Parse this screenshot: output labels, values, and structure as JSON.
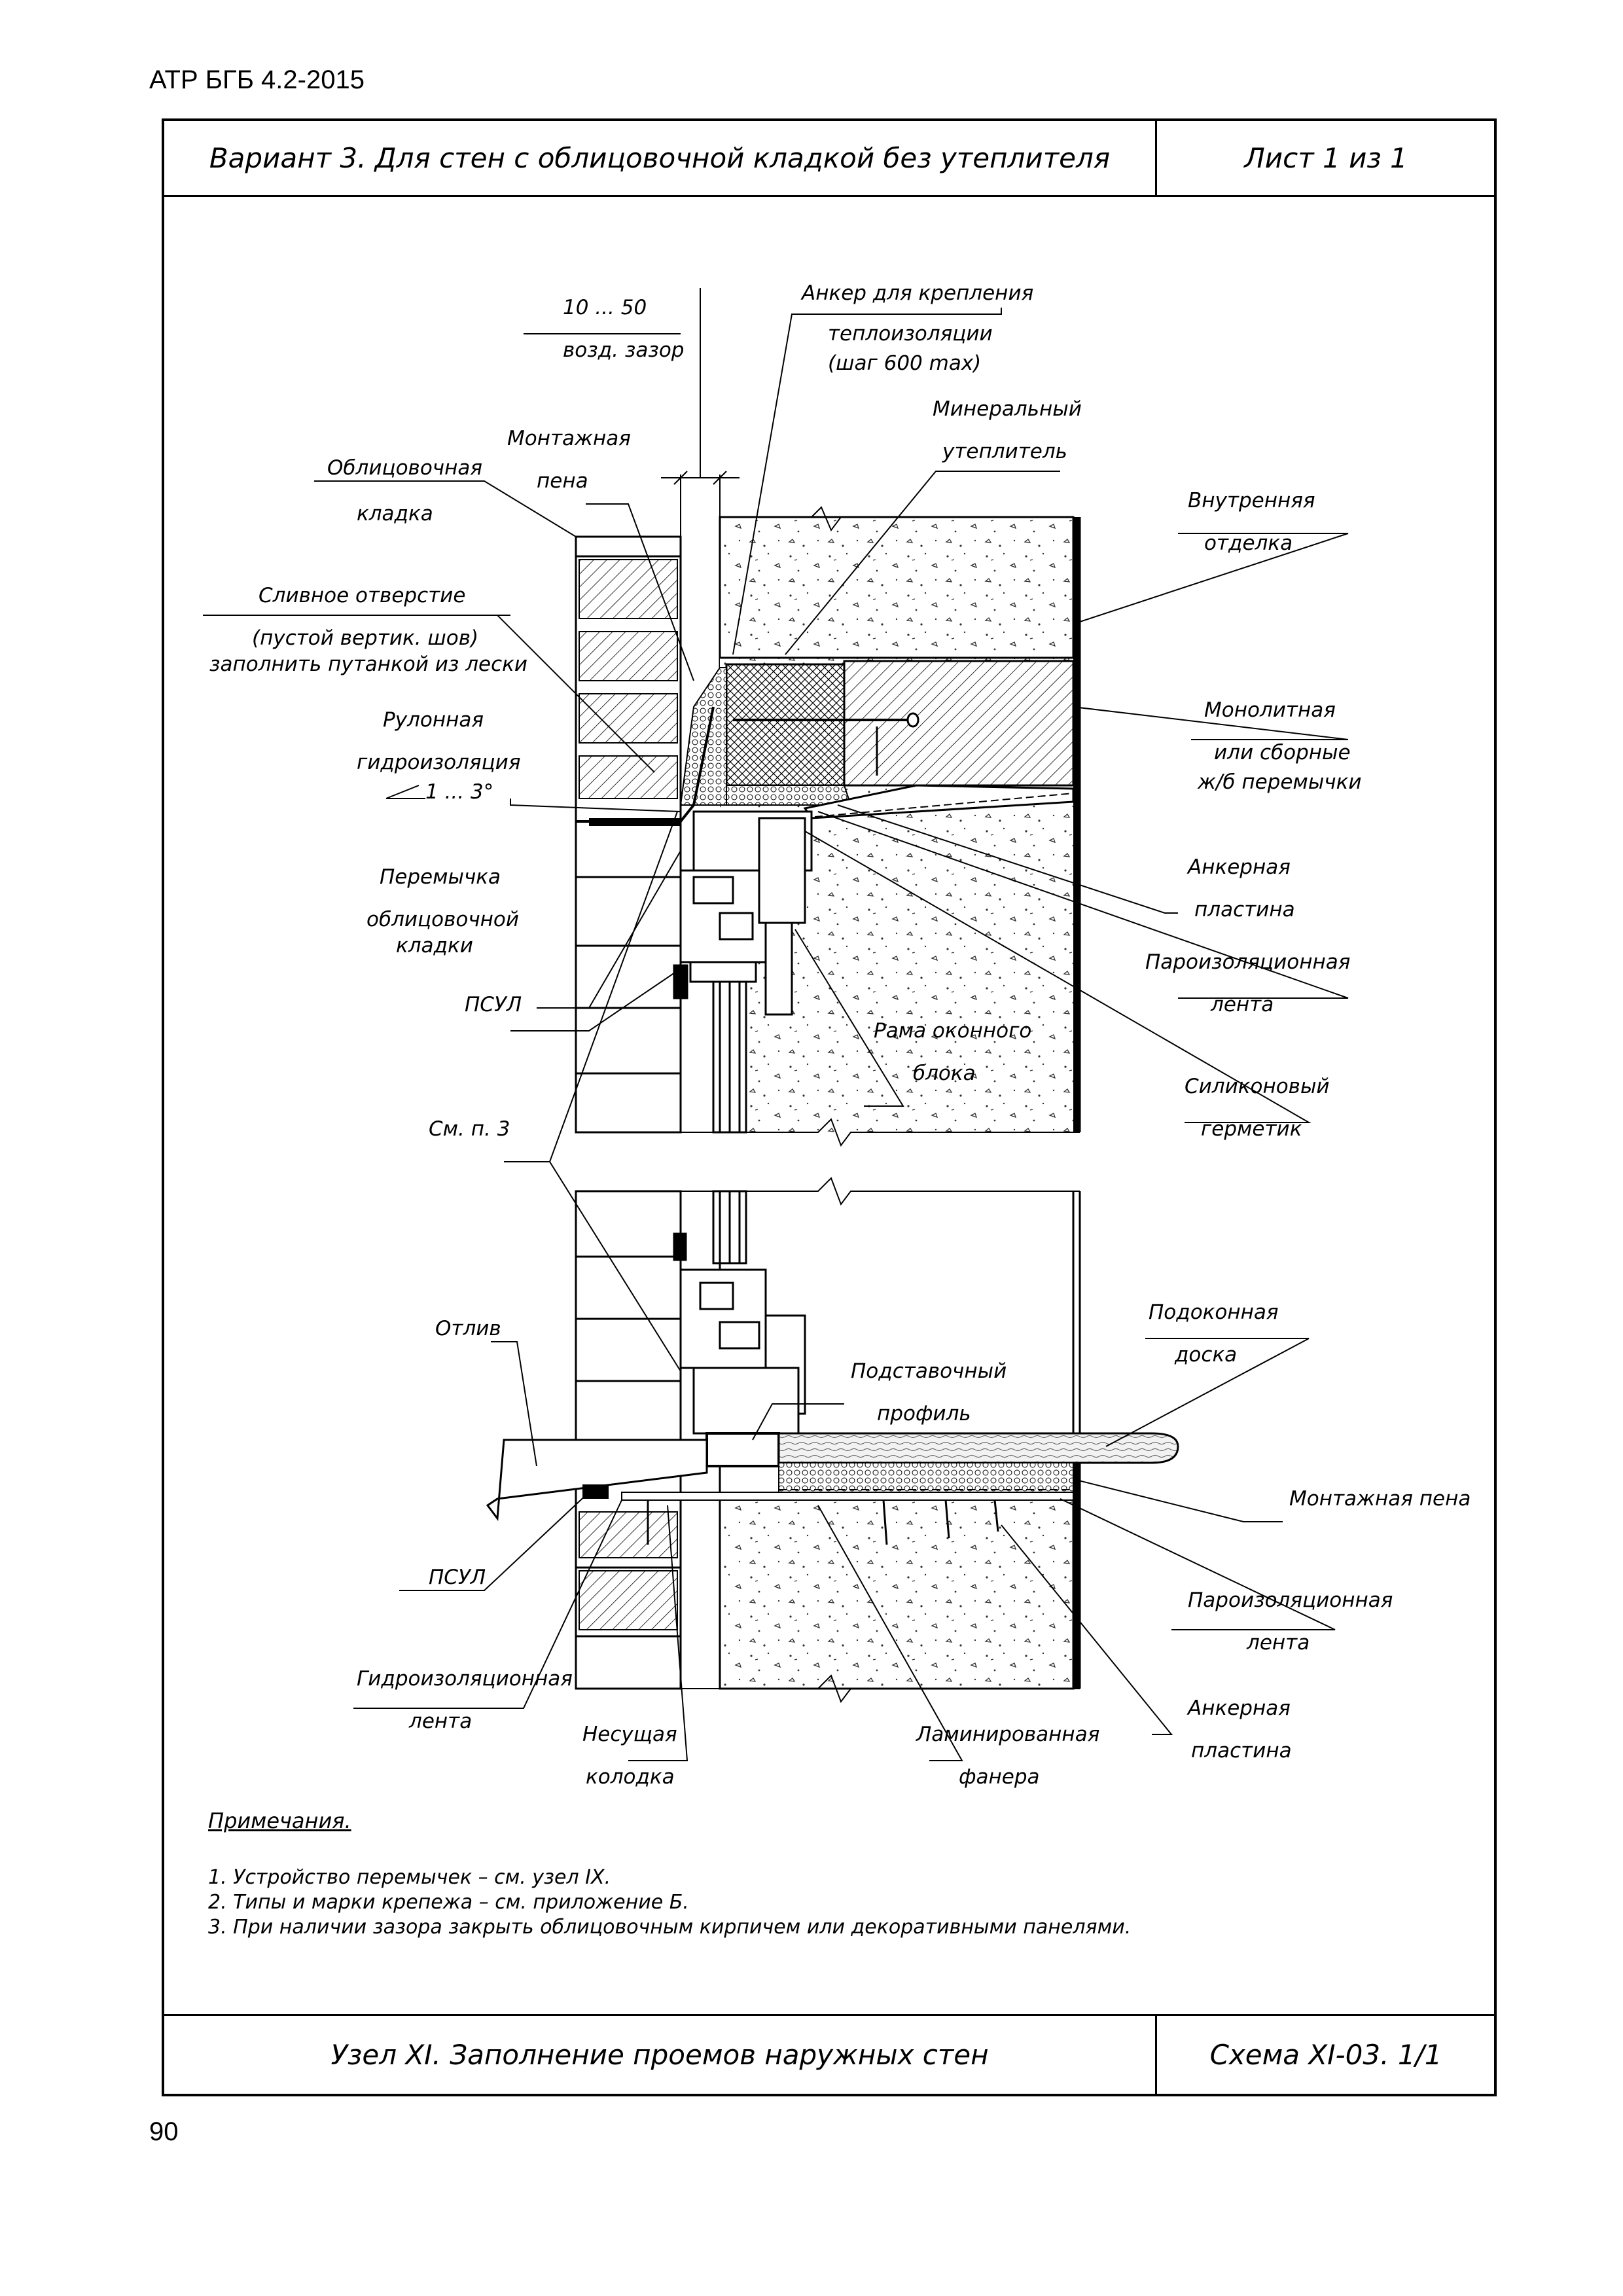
{
  "header": {
    "doc_code": "АТР БГБ 4.2-2015",
    "title": "Вариант 3. Для стен с облицовочной кладкой без утеплителя",
    "sheet": "Лист 1 из 1"
  },
  "footer": {
    "title": "Узел XI. Заполнение проемов наружных стен",
    "scheme": "Схема XI-03. 1/1",
    "page_number": "90"
  },
  "labels": {
    "gap_range": "10 ... 50",
    "air_gap": "возд. зазор",
    "anchor_1": "Анкер для крепления",
    "anchor_2": "теплоизоляции",
    "anchor_3": "(шаг 600 max)",
    "mineral_1": "Минеральный",
    "mineral_2": "утеплитель",
    "foam_top_1": "Монтажная",
    "foam_top_2": "пена",
    "facing_1": "Облицовочная",
    "facing_2": "кладка",
    "finish_1": "Внутренняя",
    "finish_2": "отделка",
    "drain_1": "Сливное отверстие",
    "drain_2": "(пустой вертик. шов)",
    "drain_3": "заполнить путанкой из лески",
    "roll_1": "Рулонная",
    "roll_2": "гидроизоляция",
    "roll_3": "1 ... 3°",
    "lintel_mono_1": "Монолитная",
    "lintel_mono_2": "или сборные",
    "lintel_mono_3": "ж/б перемычки",
    "lintel_face_1": "Перемычка",
    "lintel_face_2": "облицовочной",
    "lintel_face_3": "кладки",
    "anchor_plate_top_1": "Анкерная",
    "anchor_plate_top_2": "пластина",
    "vapor_top_1": "Пароизоляционная",
    "vapor_top_2": "лента",
    "psul_top": "ПСУЛ",
    "frame_1": "Рама оконного",
    "frame_2": "блока",
    "silicone_1": "Силиконовый",
    "silicone_2": "герметик",
    "see_p3": "См. п. 3",
    "sill_board_1": "Подоконная",
    "sill_board_2": "доска",
    "drip": "Отлив",
    "sub_profile_1": "Подставочный",
    "sub_profile_2": "профиль",
    "foam_bottom": "Монтажная пена",
    "psul_bottom": "ПСУЛ",
    "vapor_bottom_1": "Пароизоляционная",
    "vapor_bottom_2": "лента",
    "waterproof_1": "Гидроизоляционная",
    "waterproof_2": "лента",
    "anchor_plate_bottom_1": "Анкерная",
    "anchor_plate_bottom_2": "пластина",
    "block_1": "Несущая",
    "block_2": "колодка",
    "plywood_1": "Ламинированная",
    "plywood_2": "фанера"
  },
  "notes": {
    "title": "Примечания.",
    "items": [
      "1. Устройство перемычек – см. узел IX.",
      "2. Типы и марки крепежа – см. приложение Б.",
      "3. При наличии зазора закрыть облицовочным кирпичем или декоративными панелями."
    ]
  }
}
